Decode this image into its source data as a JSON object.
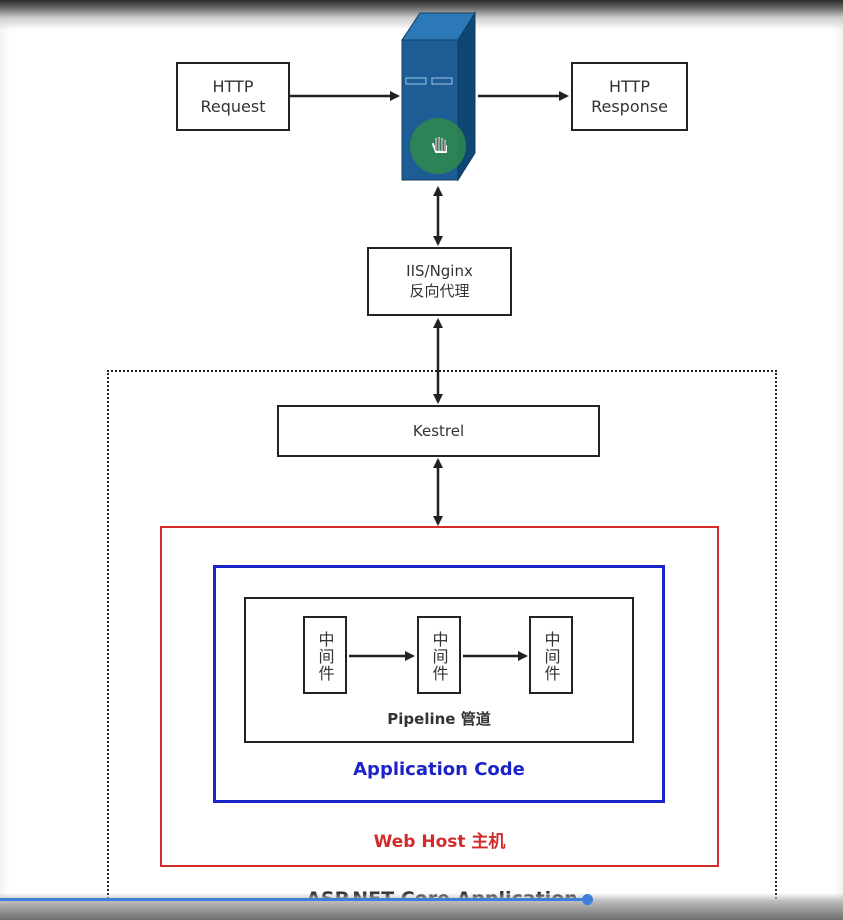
{
  "request_box": {
    "line1": "HTTP",
    "line2": "Request"
  },
  "response_box": {
    "line1": "HTTP",
    "line2": "Response"
  },
  "proxy_box": {
    "line1": "IIS/Nginx",
    "line2": "反向代理"
  },
  "kestrel_box": {
    "label": "Kestrel"
  },
  "middleware": [
    {
      "label": "中间件"
    },
    {
      "label": "中间件"
    },
    {
      "label": "中间件"
    }
  ],
  "pipeline_label": "Pipeline 管道",
  "application_code_label": "Application Code",
  "web_host_label": "Web Host 主机",
  "aspnet_label": "ASP.NET Core Application",
  "colors": {
    "server_blue": "#1d5c94",
    "web_host_border": "#d22b2b",
    "application_code_border": "#1c23c8",
    "pipeline_border": "#222222",
    "cursor_highlight": "#2f8a4c",
    "video_progress": "#3d7fd9"
  }
}
